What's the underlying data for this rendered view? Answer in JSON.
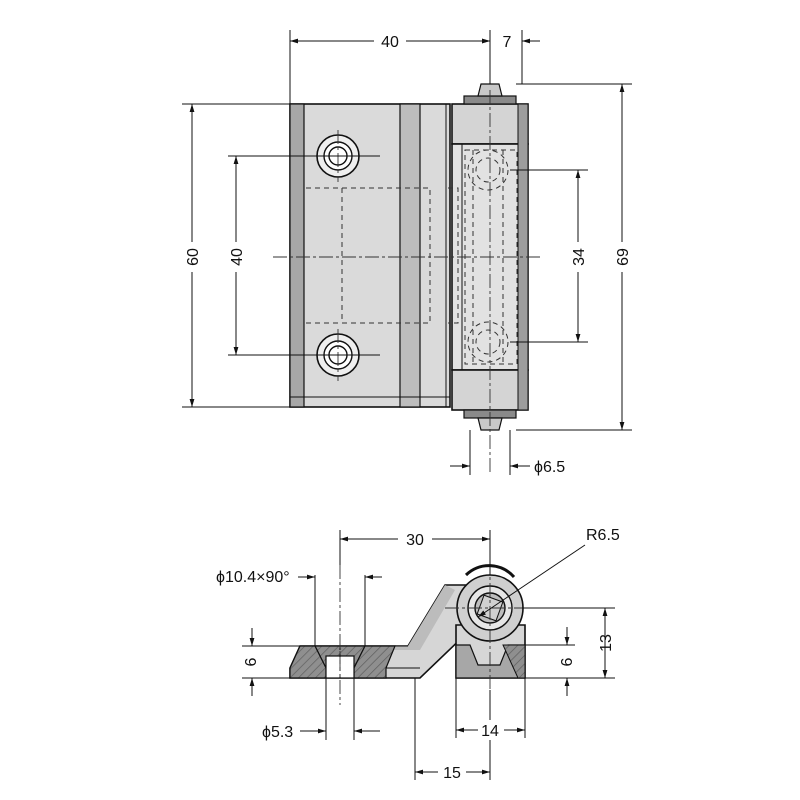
{
  "front_view": {
    "dim_width_leaf": "40",
    "dim_knuckle_offset": "7",
    "dim_height_leaf": "60",
    "dim_hole_pitch": "40",
    "dim_pin_hole_pitch": "34",
    "dim_height_total": "69",
    "dim_pin_diameter": "ϕ6.5"
  },
  "side_view": {
    "dim_hole_to_pin": "30",
    "dim_pin_radius": "R6.5",
    "dim_countersink": "ϕ10.4×90°",
    "dim_leaf_thickness_left": "6",
    "dim_leaf_thickness_right": "6",
    "dim_height_side": "13",
    "dim_hole_diameter": "ϕ5.3",
    "dim_base_width": "14",
    "dim_offset": "15"
  },
  "colors": {
    "body_fill": "#d9d9d9",
    "body_shadow": "#a9a9a9",
    "section_fill": "#9a9a9a",
    "line": "#111111"
  }
}
